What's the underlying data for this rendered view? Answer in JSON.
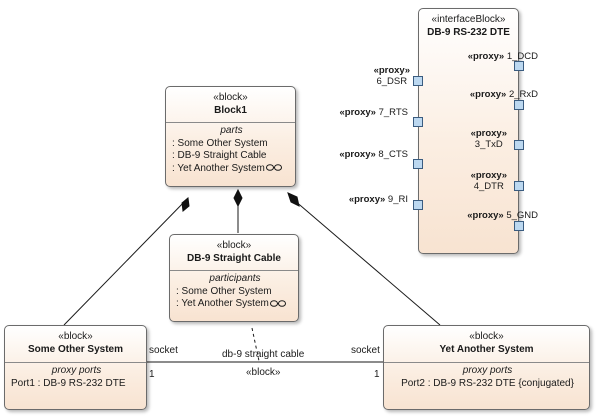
{
  "block1": {
    "stereotype": "«block»",
    "name": "Block1",
    "section_title": "parts",
    "parts": [
      ": Some Other System",
      ": DB-9 Straight Cable",
      ": Yet Another System"
    ]
  },
  "cable": {
    "stereotype": "«block»",
    "name": "DB-9 Straight Cable",
    "section_title": "participants",
    "items": [
      ": Some Other System",
      ": Yet Another System"
    ]
  },
  "some_other": {
    "stereotype": "«block»",
    "name": "Some Other System",
    "section_title": "proxy ports",
    "items": [
      "Port1 : DB-9 RS-232 DTE"
    ]
  },
  "yet_another": {
    "stereotype": "«block»",
    "name": "Yet Another System",
    "section_title": "proxy ports",
    "items": [
      "Port2 : DB-9 RS-232 DTE {conjugated}"
    ]
  },
  "interface": {
    "stereotype": "«interfaceBlock»",
    "name": "DB-9 RS-232 DTE",
    "left_ports": [
      {
        "stereo": "«proxy»",
        "name": "6_DSR"
      },
      {
        "stereo": "«proxy»",
        "name": "7_RTS"
      },
      {
        "stereo": "«proxy»",
        "name": "8_CTS"
      },
      {
        "stereo": "«proxy»",
        "name": "9_RI"
      }
    ],
    "right_ports": [
      {
        "stereo": "«proxy»",
        "name": "1_DCD"
      },
      {
        "stereo": "«proxy»",
        "name": "2_RxD"
      },
      {
        "stereo": "«proxy»",
        "name": "3_TxD"
      },
      {
        "stereo": "«proxy»",
        "name": "4_DTR"
      },
      {
        "stereo": "«proxy»",
        "name": "5_GND"
      }
    ]
  },
  "connector": {
    "name": "db-9 straight cable",
    "stereotype": "«block»",
    "left_role": "socket",
    "left_mult": "1",
    "right_role": "socket",
    "right_mult": "1"
  },
  "colors": {
    "block_fill": "#f8e3d1",
    "port_fill": "#bcd8f0",
    "port_border": "#3a5c80",
    "line": "#1a1a1a"
  }
}
